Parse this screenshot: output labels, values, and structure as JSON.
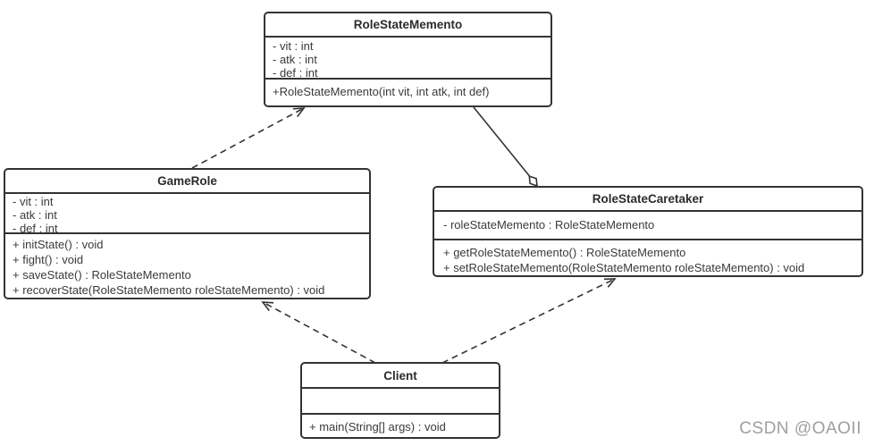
{
  "watermark": "CSDN @OAOII",
  "colors": {
    "line": "#333333",
    "text": "#3a3a3a",
    "watermark": "#9f9f9f",
    "background": "#ffffff"
  },
  "classes": [
    {
      "name": "RoleStateMemento",
      "attributes": [
        "- vit : int",
        "- atk : int",
        "- def : int"
      ],
      "methods": [
        "+RoleStateMemento(int vit, int atk, int def)"
      ]
    },
    {
      "name": "GameRole",
      "attributes": [
        "- vit : int",
        "- atk : int",
        "- def : int"
      ],
      "methods": [
        "+ initState() : void",
        "+ fight() : void",
        "+ saveState() : RoleStateMemento",
        "+ recoverState(RoleStateMemento roleStateMemento) : void"
      ]
    },
    {
      "name": "RoleStateCaretaker",
      "attributes": [
        "- roleStateMemento : RoleStateMemento"
      ],
      "methods": [
        "+ getRoleStateMemento() : RoleStateMemento",
        "+ setRoleStateMemento(RoleStateMemento roleStateMemento) : void"
      ]
    },
    {
      "name": "Client",
      "attributes": [],
      "methods": [
        "+ main(String[] args) : void"
      ]
    }
  ],
  "relationships": [
    {
      "from": "GameRole",
      "to": "RoleStateMemento",
      "type": "dependency",
      "line": "dashed-open-arrow"
    },
    {
      "from": "RoleStateCaretaker",
      "to": "RoleStateMemento",
      "type": "aggregation",
      "line": "solid-hollow-diamond"
    },
    {
      "from": "Client",
      "to": "GameRole",
      "type": "dependency",
      "line": "dashed-open-arrow"
    },
    {
      "from": "Client",
      "to": "RoleStateCaretaker",
      "type": "dependency",
      "line": "dashed-open-arrow"
    }
  ]
}
